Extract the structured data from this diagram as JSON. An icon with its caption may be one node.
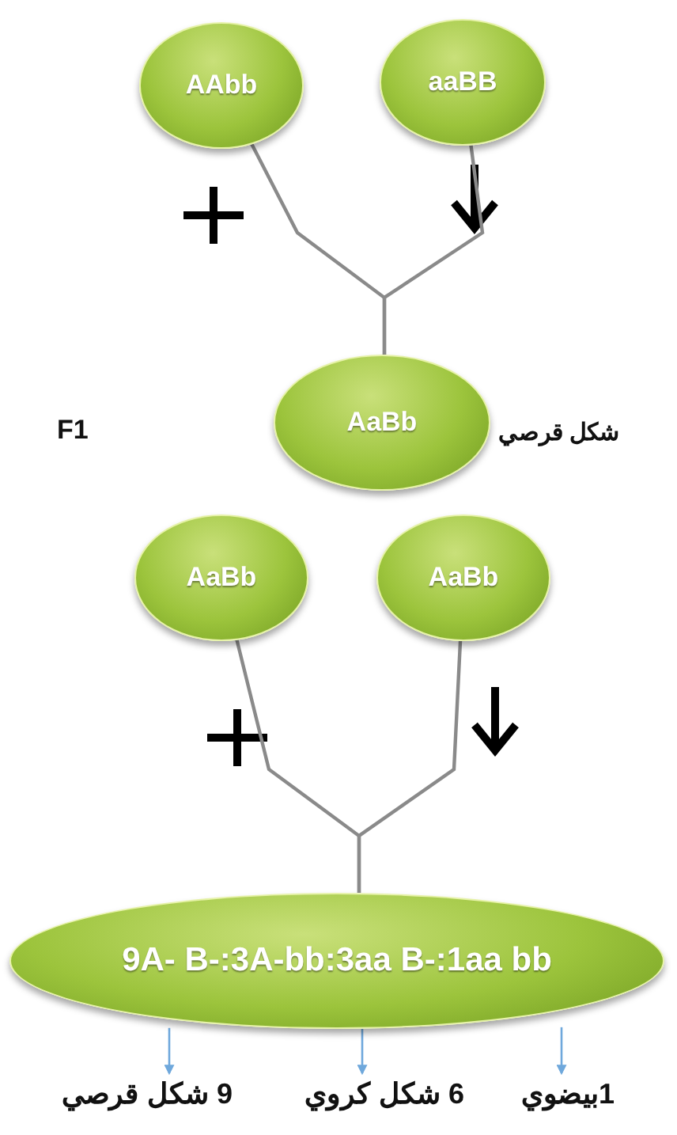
{
  "diagram": {
    "nodes": [
      {
        "text": [
          "AAbb"
        ]
      },
      {
        "text": [
          "aaBB"
        ]
      },
      {
        "text": [
          "AaBb"
        ],
        "beside": [
          "شكل قرصي"
        ]
      },
      {
        "text": [
          "AaBb"
        ]
      },
      {
        "text": [
          "AaBb"
        ]
      },
      {
        "text": [
          "9A- B-:3A-bb:3aa B-:1aa bb"
        ]
      },
      {
        "text": [
          "9 شكل قرصي"
        ]
      },
      {
        "text": [
          "6 شكل كروي"
        ]
      },
      {
        "text": [
          "1بيضوي"
        ]
      }
    ],
    "edges": [
      {
        "from": 0,
        "to": 2,
        "arrow": "none"
      },
      {
        "from": 1,
        "to": 2,
        "arrow": "none"
      },
      {
        "from": 3,
        "to": 5,
        "arrow": "none"
      },
      {
        "from": 4,
        "to": 5,
        "arrow": "none"
      },
      {
        "from": 5,
        "to": 6,
        "arrow": "to",
        "color": "#6fa8dc"
      },
      {
        "from": 5,
        "to": 7,
        "arrow": "to",
        "color": "#6fa8dc"
      },
      {
        "from": 5,
        "to": 8,
        "arrow": "to",
        "color": "#6fa8dc"
      }
    ],
    "labels": [
      "F1"
    ]
  }
}
